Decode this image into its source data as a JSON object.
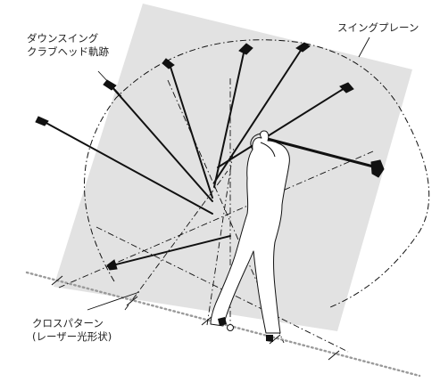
{
  "labels": {
    "downswing_line1": "ダウンスイング",
    "downswing_line2": "クラブヘッド軌跡",
    "swing_plane": "スイングプレーン",
    "cross_pattern_line1": "クロスパターン",
    "cross_pattern_line2": "(レーザー光形状)"
  },
  "colors": {
    "plane_fill": "#e2e2e2",
    "line": "#111111",
    "ground_dots": "#9a9a9a",
    "text": "#222222"
  }
}
